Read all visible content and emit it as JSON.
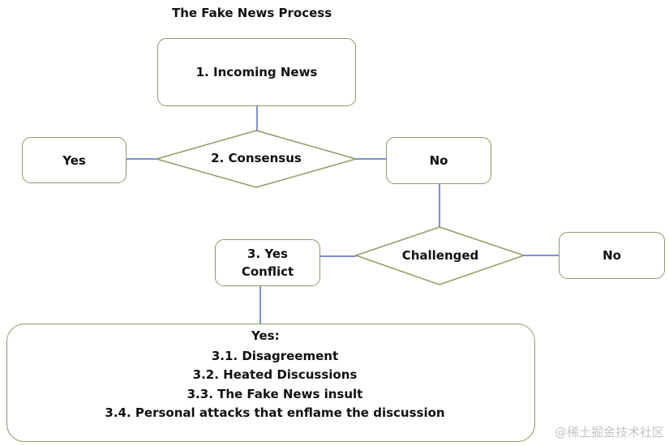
{
  "title": "The Fake News Process",
  "nodes": {
    "incoming": "1. Incoming News",
    "consensus": "2. Consensus",
    "yes_left": "Yes",
    "no_right": "No",
    "challenged": "Challenged",
    "no_far": "No",
    "conflict_line1": "3. Yes",
    "conflict_line2": "Conflict"
  },
  "outcome": {
    "heading": "Yes:",
    "items": [
      "3.1. Disagreement",
      "3.2. Heated Discussions",
      "3.3. The Fake News insult",
      "3.4. Personal attacks that enflame the discussion"
    ]
  },
  "watermark": "@稀土掘金技术社区",
  "colors": {
    "box_border": "#8e9a62",
    "connector": "#7b8fd6",
    "text": "#111111",
    "watermark": "#c4c4c4"
  }
}
